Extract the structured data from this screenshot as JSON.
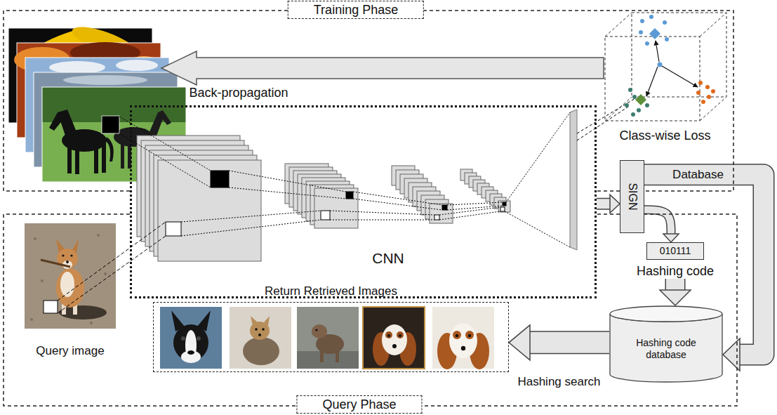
{
  "diagram": {
    "nodes": [
      {
        "text": [
          "Training Phase"
        ]
      },
      {
        "text": [
          "Class-wise Loss"
        ],
        "in": 0
      },
      {
        "text": [
          "CNN"
        ]
      },
      {
        "text": [
          "SIGN"
        ]
      },
      {
        "text": [
          "Query Phase"
        ]
      },
      {
        "text": [
          "Query image"
        ],
        "in": 4
      },
      {
        "text": [
          "010111",
          "Hashing code"
        ],
        "in": 4
      },
      {
        "text": [
          "Hashing code database"
        ],
        "in": 4
      },
      {
        "text": [
          "Return Retrieved Images"
        ],
        "in": 4
      }
    ],
    "edges": [
      {
        "from": 2,
        "to": 3,
        "arrow": "to"
      },
      {
        "from": 3,
        "to": 6,
        "arrow": "to"
      },
      {
        "from": 6,
        "to": 7,
        "arrow": "to"
      },
      {
        "from": 3,
        "to": 7,
        "label": "Database",
        "arrow": "to"
      },
      {
        "from": 7,
        "to": 8,
        "label": "Hashing search",
        "arrow": "to"
      }
    ],
    "labels": [
      "Back-propagation"
    ]
  }
}
